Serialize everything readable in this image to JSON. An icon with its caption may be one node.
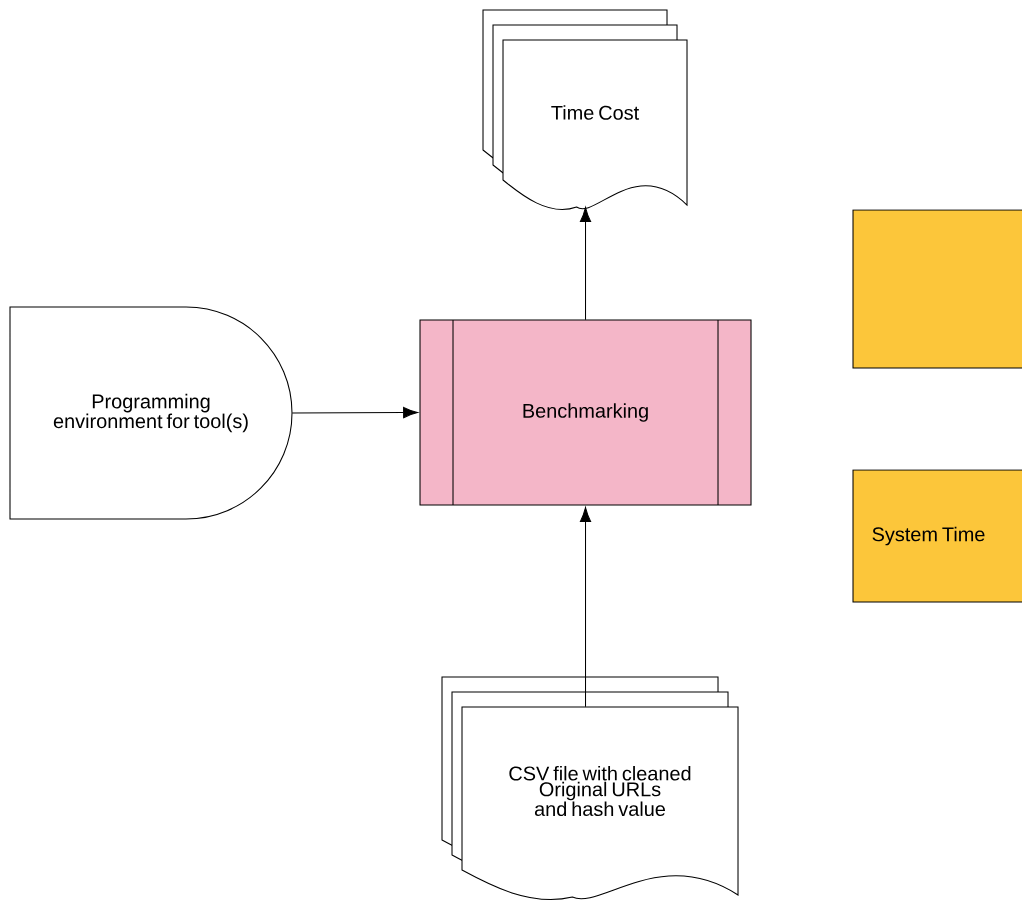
{
  "diagram": {
    "nodes": [
      {
        "text": [
          "Time Cost"
        ]
      },
      {
        "text": [
          "Programming environment for tool(s)"
        ]
      },
      {
        "text": [
          "Benchmarking"
        ]
      },
      {
        "text": [],
        "shape": "box"
      },
      {
        "text": [
          "System Time"
        ]
      },
      {
        "text": [
          "CSV file with cleaned Original URLs and hash value"
        ]
      }
    ],
    "edges": [
      {
        "from": 2,
        "to": 0,
        "arrow": "to"
      },
      {
        "from": 1,
        "to": 2,
        "arrow": "to"
      },
      {
        "from": 5,
        "to": 2,
        "arrow": "to"
      }
    ]
  }
}
